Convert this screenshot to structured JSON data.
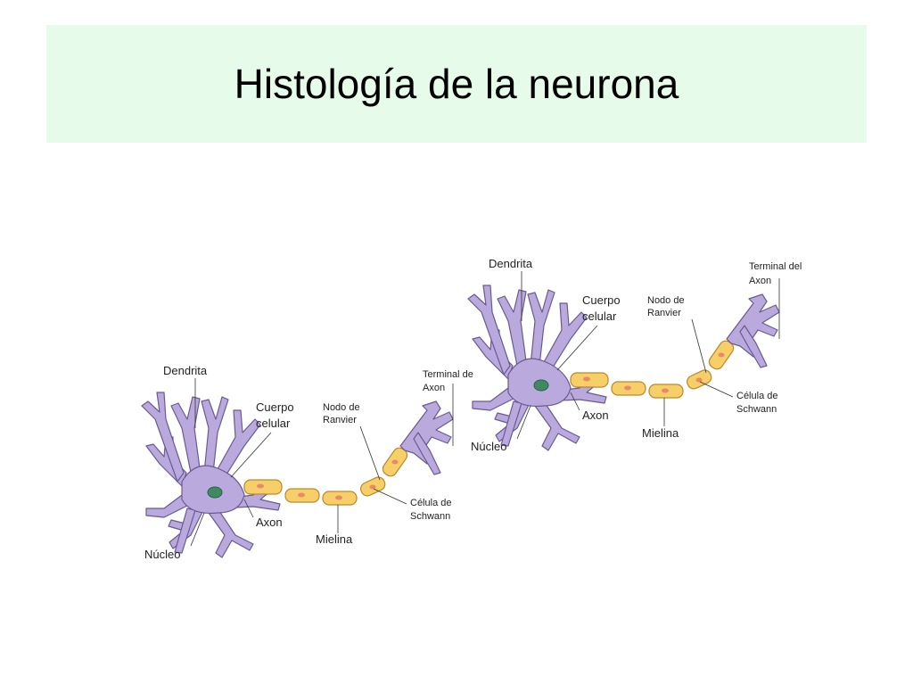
{
  "slide": {
    "title": "Histología de la neurona",
    "title_bg": "#e6fbe9"
  },
  "neuron_left": {
    "dendrite": "Dendrita",
    "cell_body_line1": "Cuerpo",
    "cell_body_line2": "celular",
    "node_line1": "Nodo de",
    "node_line2": "Ranvier",
    "terminal_line1": "Terminal de",
    "terminal_line2": "Axon",
    "axon": "Axon",
    "nucleus": "Núcleo",
    "myelin": "Mielina",
    "schwann_line1": "Célula de",
    "schwann_line2": "Schwann"
  },
  "neuron_right": {
    "dendrite": "Dendrita",
    "cell_body_line1": "Cuerpo",
    "cell_body_line2": "celular",
    "node_line1": "Nodo de",
    "node_line2": "Ranvier",
    "terminal_line1": "Terminal del",
    "terminal_line2": "Axon",
    "axon": "Axon",
    "nucleus": "Núcleo",
    "myelin": "Mielina",
    "schwann_line1": "Célula de",
    "schwann_line2": "Schwann"
  },
  "colors": {
    "neuron_body": "#b9a9dc",
    "neuron_outline": "#6a5a93",
    "nucleus": "#3f8a63",
    "myelin": "#f7cf68",
    "myelin_outline": "#b88a2a",
    "schwann_nucleus": "#e88a6a"
  }
}
